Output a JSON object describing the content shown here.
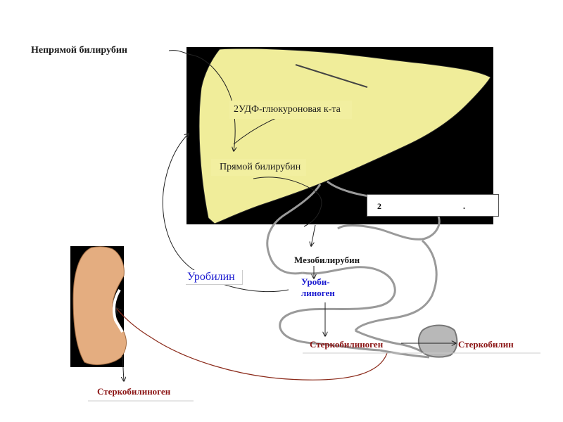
{
  "labels": {
    "indirect_bilirubin": "Непрямой билирубин",
    "udp_glucuronic_acid": "2УДФ-глюкуроновая к-та",
    "direct_bilirubin": "Прямой билирубин",
    "box_number": "2",
    "box_dot": ".",
    "mesobilirubin": "Мезобилирубин",
    "urobilin": "Уробилин",
    "urobilinogen_line1": "Уроби-",
    "urobilinogen_line2": "линоген",
    "stercobilinogen_intestine": "Стеркобилиноген",
    "stercobilin": "Стеркобилин",
    "stercobilinogen_kidney": "Стеркобилиноген"
  },
  "colors": {
    "liver_fill": "#f0ed9a",
    "liver_bg": "#000000",
    "kidney_fill": "#e4ad80",
    "intestine_stroke": "#9a9a9a",
    "blue_text": "#1a1ad0",
    "red_text": "#8b1414"
  }
}
